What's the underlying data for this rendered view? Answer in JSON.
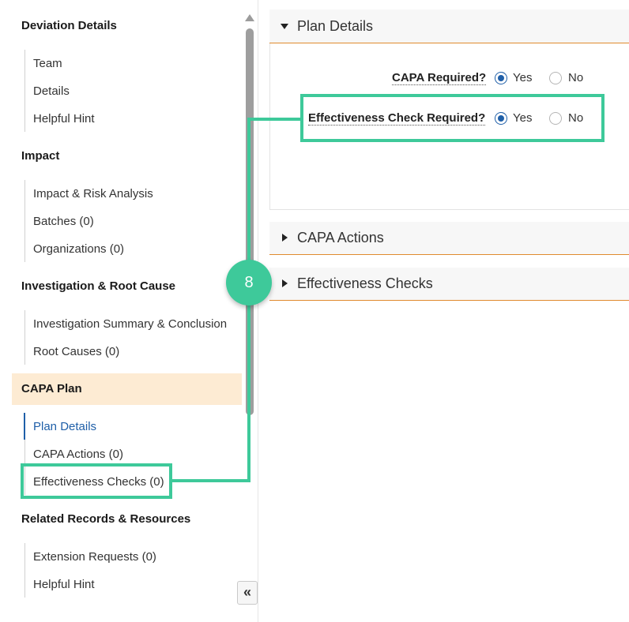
{
  "sidebar": {
    "sections": [
      {
        "title": "Deviation Details",
        "items": [
          "Team",
          "Details",
          "Helpful Hint"
        ]
      },
      {
        "title": "Impact",
        "items": [
          "Impact & Risk Analysis",
          "Batches (0)",
          "Organizations (0)"
        ]
      },
      {
        "title": "Investigation & Root Cause",
        "items": [
          "Investigation Summary & Conclusion",
          "Root Causes (0)"
        ]
      },
      {
        "title": "CAPA Plan",
        "items": [
          "Plan Details",
          "CAPA Actions (0)",
          "Effectiveness Checks (0)"
        ]
      },
      {
        "title": "Related Records & Resources",
        "items": [
          "Extension Requests (0)",
          "Helpful Hint"
        ]
      }
    ],
    "collapse_label": "«"
  },
  "main": {
    "plan_details": {
      "title": "Plan Details",
      "questions": [
        {
          "label": "CAPA Required?",
          "selected": "Yes",
          "options": [
            "Yes",
            "No"
          ]
        },
        {
          "label": "Effectiveness Check Required?",
          "selected": "Yes",
          "options": [
            "Yes",
            "No"
          ]
        }
      ]
    },
    "capa_actions": {
      "title": "CAPA Actions"
    },
    "effectiveness_checks": {
      "title": "Effectiveness Checks"
    }
  },
  "callout": {
    "number": "8"
  },
  "colors": {
    "accent": "#3ec99a",
    "link": "#1f5fa8",
    "panel_border": "#e08a2e",
    "highlight": "#fdebd3"
  }
}
